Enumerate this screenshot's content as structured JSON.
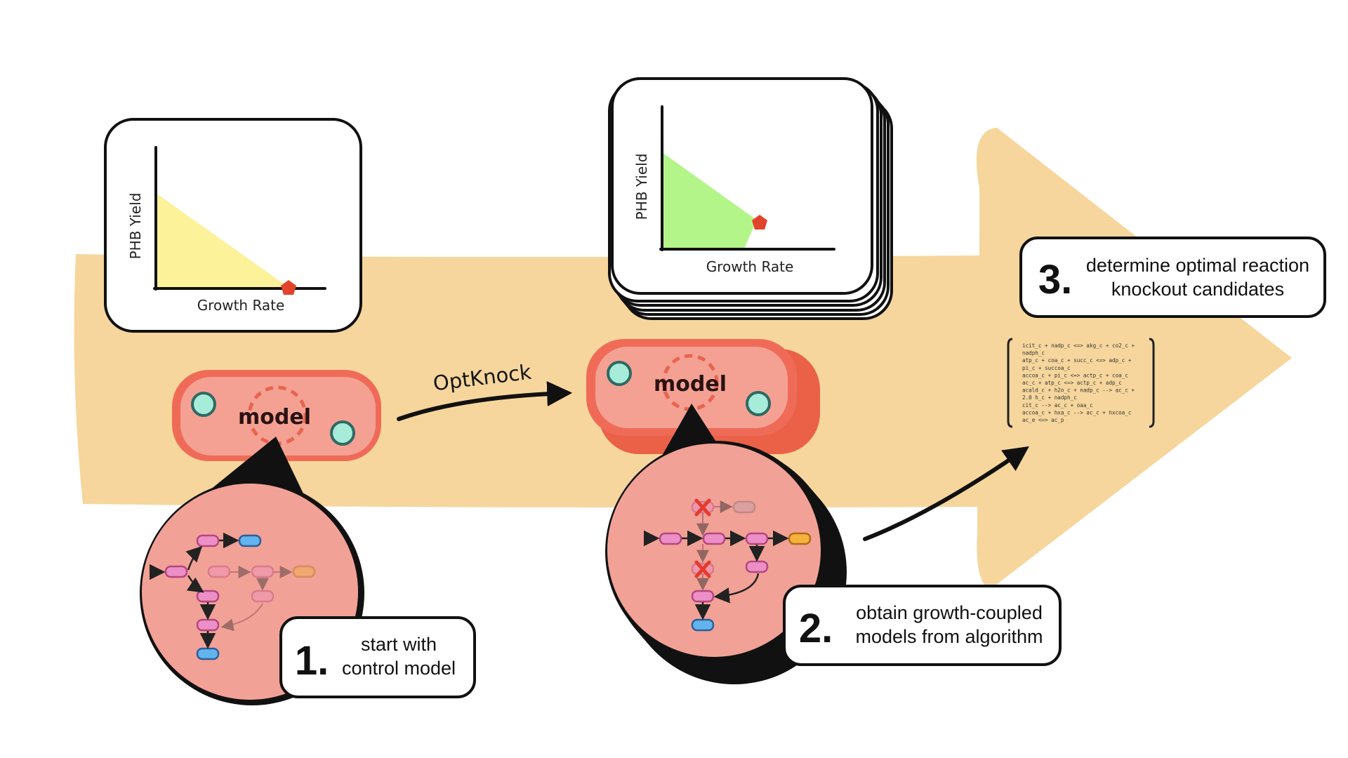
{
  "plot1": {
    "ylabel": "PHB Yield",
    "xlabel": "Growth Rate",
    "fill": "#fbf29a"
  },
  "plot2": {
    "ylabel": "PHB Yield",
    "xlabel": "Growth Rate",
    "fill": "#b4f58a"
  },
  "cell1": {
    "label": "model"
  },
  "cell2": {
    "label": "model"
  },
  "optknock_label": "OptKnock",
  "steps": [
    {
      "number": "1.",
      "line1": "start with",
      "line2": "control model"
    },
    {
      "number": "2.",
      "line1": "obtain growth-coupled",
      "line2": "models from algorithm"
    },
    {
      "number": "3.",
      "line1": "determine optimal reaction",
      "line2": "knockout candidates"
    }
  ],
  "reactions": [
    "icit_c + nadp_c <=> akg_c + co2_c +",
    "nadph_c",
    "atp_c + coa_c + succ_c <=> adp_c +",
    "pi_c + succoa_c",
    "accoa_c + pi_c <=> actp_c + coa_c",
    "ac_c + atp_c <=> actp_c + adp_c",
    "acald_c + h2o_c + nadp_c --> ac_c +",
    "2.0 h_c + nadph_c",
    "cit_c --> ac_c + oaa_c",
    "accoa_c + hxa_c --> ac_c + hxcoa_c",
    "ac_e <=> ac_p"
  ],
  "colors": {
    "big_arrow": "#f6d69c",
    "cell_outer": "#ef6b58",
    "cell_inner": "#f4a194",
    "zoom_fill": "#f2a196",
    "pathway_node": "#ec8fc7",
    "product_node": "#62b3ee",
    "final_node": "#f4b13c",
    "knockout": "#e53b2c",
    "optimum_marker": "#e2432b"
  }
}
